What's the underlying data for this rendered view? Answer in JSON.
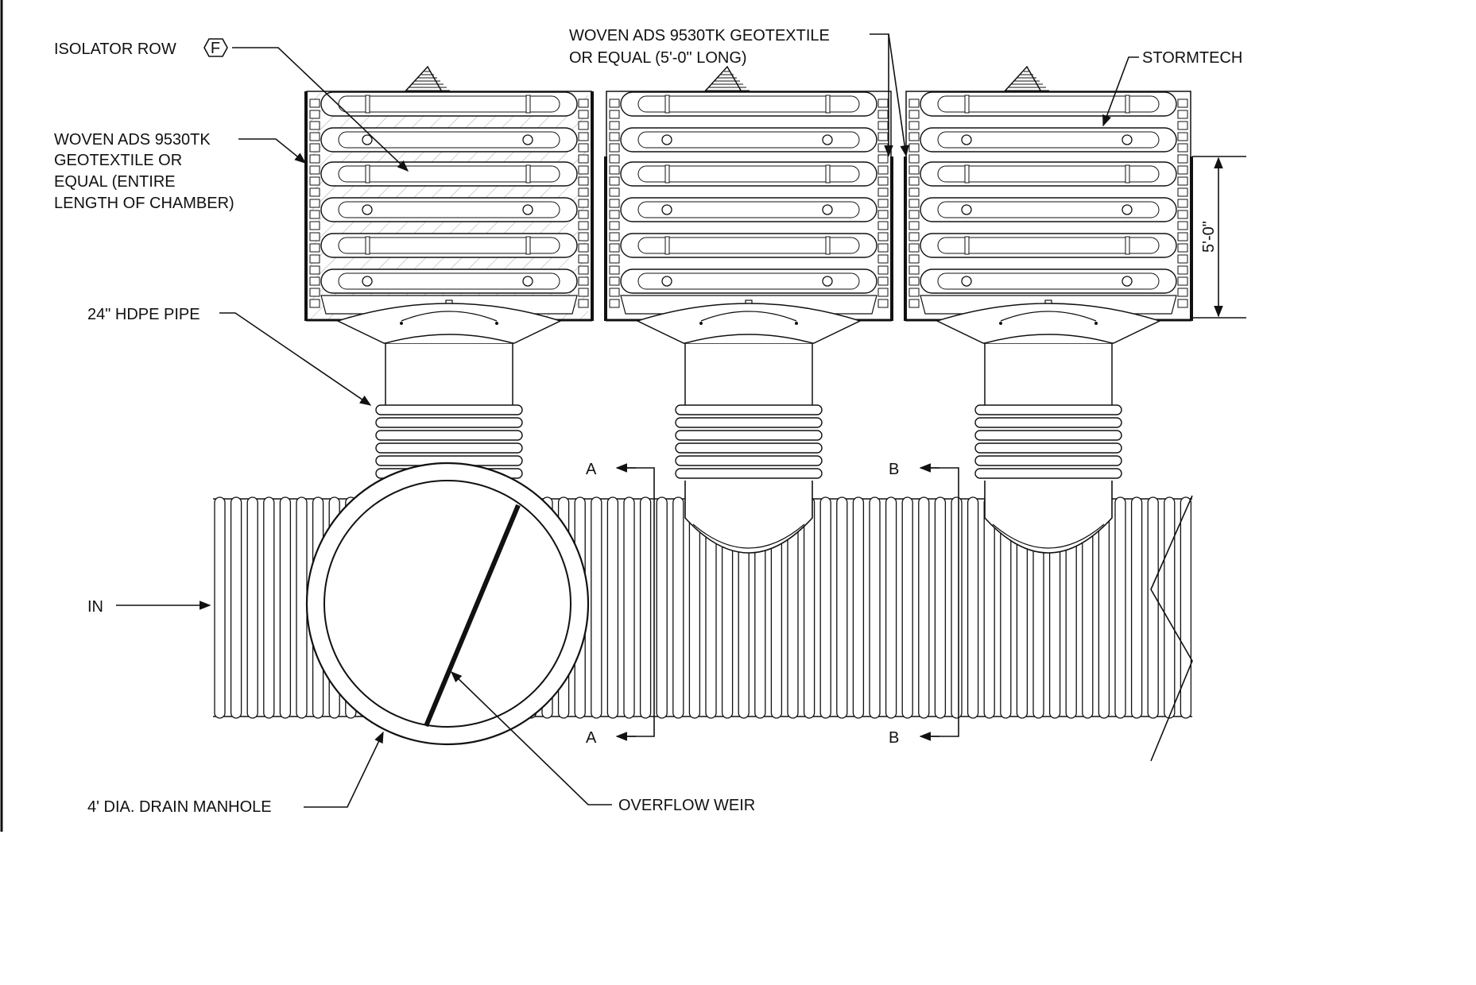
{
  "labels": {
    "isolator_row": "ISOLATOR ROW",
    "isolator_tag": "F",
    "woven_geotextile_entire_1": "WOVEN ADS 9530TK",
    "woven_geotextile_entire_2": "GEOTEXTILE OR",
    "woven_geotextile_entire_3": "EQUAL (ENTIRE",
    "woven_geotextile_entire_4": "LENGTH OF CHAMBER)",
    "woven_geotextile_5ft_1": "WOVEN ADS 9530TK GEOTEXTILE",
    "woven_geotextile_5ft_2": "OR EQUAL (5'-0\" LONG)",
    "stormtech": "STORMTECH",
    "pipe": "24\" HDPE PIPE",
    "inlet": "IN",
    "section_a": "A",
    "section_b": "B",
    "manhole": "4' DIA. DRAIN MANHOLE",
    "overflow_weir": "OVERFLOW WEIR",
    "dimension_5ft": "5'-0\""
  }
}
